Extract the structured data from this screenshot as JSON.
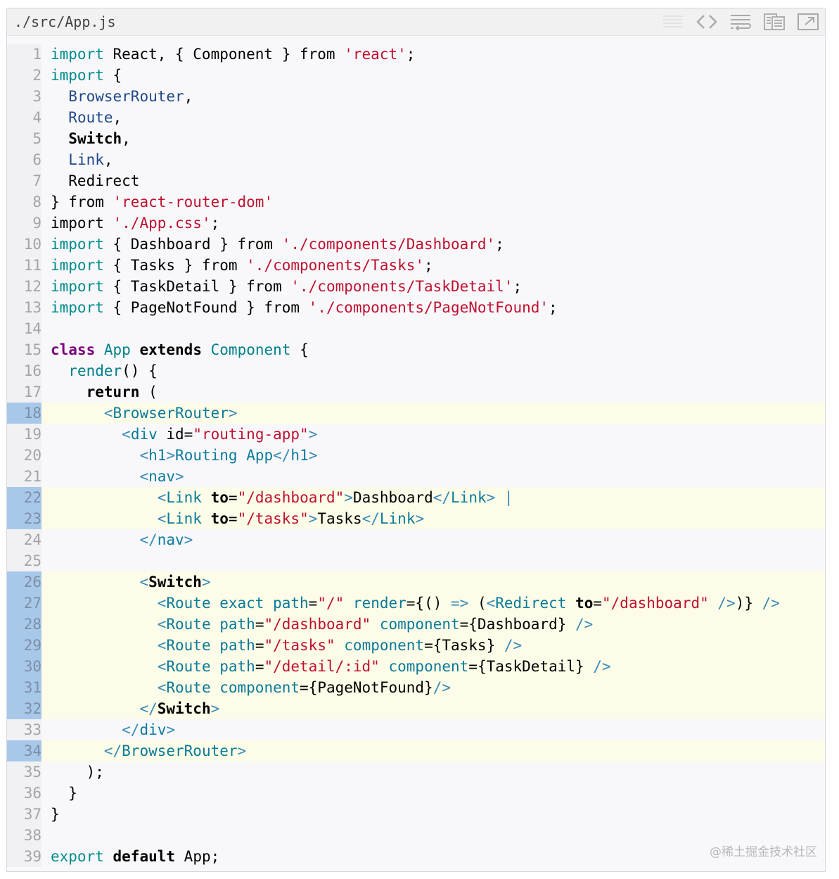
{
  "file": {
    "name": "./src/App.js"
  },
  "toolbar": {
    "icons": [
      "view-source-lines-icon",
      "code-brackets-icon",
      "wrap-lines-icon",
      "copy-to-clipboard-icon",
      "open-in-new-window-icon"
    ]
  },
  "colors": {
    "background": "#f8f8fb",
    "highlight_line": "#fcfce8",
    "highlight_gutter": "#a8c8ea",
    "keyword": "#008b8b",
    "string": "#c0102e"
  },
  "highlighted_lines": [
    18,
    22,
    23,
    26,
    27,
    28,
    29,
    30,
    31,
    32,
    34
  ],
  "lines": [
    {
      "n": "1",
      "tokens": [
        [
          "keyword",
          "import"
        ],
        [
          "plain",
          " React, { Component } from "
        ],
        [
          "string",
          "'react'"
        ],
        [
          "plain",
          ";"
        ]
      ]
    },
    {
      "n": "2",
      "tokens": [
        [
          "keyword",
          "import"
        ],
        [
          "plain",
          " {"
        ]
      ]
    },
    {
      "n": "3",
      "tokens": [
        [
          "plain",
          "  "
        ],
        [
          "blue",
          "BrowserRouter"
        ],
        [
          "plain",
          ","
        ]
      ]
    },
    {
      "n": "4",
      "tokens": [
        [
          "plain",
          "  "
        ],
        [
          "blue",
          "Route"
        ],
        [
          "plain",
          ","
        ]
      ]
    },
    {
      "n": "5",
      "tokens": [
        [
          "plain",
          "  "
        ],
        [
          "bold",
          "Switch"
        ],
        [
          "plain",
          ","
        ]
      ]
    },
    {
      "n": "6",
      "tokens": [
        [
          "plain",
          "  "
        ],
        [
          "blue",
          "Link"
        ],
        [
          "plain",
          ","
        ]
      ]
    },
    {
      "n": "7",
      "tokens": [
        [
          "plain",
          "  Redirect"
        ]
      ]
    },
    {
      "n": "8",
      "tokens": [
        [
          "plain",
          "} from "
        ],
        [
          "string",
          "'react-router-dom'"
        ]
      ]
    },
    {
      "n": "9",
      "tokens": [
        [
          "plain",
          "import "
        ],
        [
          "string",
          "'./App.css'"
        ],
        [
          "plain",
          ";"
        ]
      ]
    },
    {
      "n": "10",
      "tokens": [
        [
          "keyword",
          "import"
        ],
        [
          "plain",
          " { Dashboard } from "
        ],
        [
          "string",
          "'./components/Dashboard'"
        ],
        [
          "plain",
          ";"
        ]
      ]
    },
    {
      "n": "11",
      "tokens": [
        [
          "keyword",
          "import"
        ],
        [
          "plain",
          " { Tasks } from "
        ],
        [
          "string",
          "'./components/Tasks'"
        ],
        [
          "plain",
          ";"
        ]
      ]
    },
    {
      "n": "12",
      "tokens": [
        [
          "keyword",
          "import"
        ],
        [
          "plain",
          " { TaskDetail } from "
        ],
        [
          "string",
          "'./components/TaskDetail'"
        ],
        [
          "plain",
          ";"
        ]
      ]
    },
    {
      "n": "13",
      "tokens": [
        [
          "keyword",
          "import"
        ],
        [
          "plain",
          " { PageNotFound } from "
        ],
        [
          "string",
          "'./components/PageNotFound'"
        ],
        [
          "plain",
          ";"
        ]
      ]
    },
    {
      "n": "14",
      "tokens": []
    },
    {
      "n": "15",
      "tokens": [
        [
          "purple",
          "class"
        ],
        [
          "plain",
          " "
        ],
        [
          "teal",
          "App"
        ],
        [
          "plain",
          " "
        ],
        [
          "bold",
          "extends"
        ],
        [
          "plain",
          " "
        ],
        [
          "teal",
          "Component"
        ],
        [
          "plain",
          " {"
        ]
      ]
    },
    {
      "n": "16",
      "tokens": [
        [
          "plain",
          "  "
        ],
        [
          "teal",
          "render"
        ],
        [
          "plain",
          "() {"
        ]
      ]
    },
    {
      "n": "17",
      "tokens": [
        [
          "plain",
          "    "
        ],
        [
          "bold",
          "return"
        ],
        [
          "plain",
          " ("
        ]
      ]
    },
    {
      "n": "18",
      "tokens": [
        [
          "plain",
          "      "
        ],
        [
          "punct",
          "<"
        ],
        [
          "tag",
          "BrowserRouter"
        ],
        [
          "punct",
          ">"
        ]
      ]
    },
    {
      "n": "19",
      "tokens": [
        [
          "plain",
          "        "
        ],
        [
          "punct",
          "<"
        ],
        [
          "tag",
          "div"
        ],
        [
          "plain",
          " id="
        ],
        [
          "string",
          "\"routing-app\""
        ],
        [
          "punct",
          ">"
        ]
      ]
    },
    {
      "n": "20",
      "tokens": [
        [
          "plain",
          "          "
        ],
        [
          "punct",
          "<"
        ],
        [
          "tag",
          "h1"
        ],
        [
          "punct",
          ">"
        ],
        [
          "tag",
          "Routing App"
        ],
        [
          "punct",
          "</"
        ],
        [
          "tag",
          "h1"
        ],
        [
          "punct",
          ">"
        ]
      ]
    },
    {
      "n": "21",
      "tokens": [
        [
          "plain",
          "          "
        ],
        [
          "punct",
          "<"
        ],
        [
          "tag",
          "nav"
        ],
        [
          "punct",
          ">"
        ]
      ]
    },
    {
      "n": "22",
      "tokens": [
        [
          "plain",
          "            "
        ],
        [
          "punct",
          "<"
        ],
        [
          "tag",
          "Link"
        ],
        [
          "plain",
          " "
        ],
        [
          "bold",
          "to"
        ],
        [
          "plain",
          "="
        ],
        [
          "string",
          "\"/dashboard\""
        ],
        [
          "punct",
          ">"
        ],
        [
          "plain",
          "Dashboard"
        ],
        [
          "punct",
          "</"
        ],
        [
          "tag",
          "Link"
        ],
        [
          "punct",
          ">"
        ],
        [
          "plain",
          " "
        ],
        [
          "punct",
          "|"
        ]
      ]
    },
    {
      "n": "23",
      "tokens": [
        [
          "plain",
          "            "
        ],
        [
          "punct",
          "<"
        ],
        [
          "tag",
          "Link"
        ],
        [
          "plain",
          " "
        ],
        [
          "bold",
          "to"
        ],
        [
          "plain",
          "="
        ],
        [
          "string",
          "\"/tasks\""
        ],
        [
          "punct",
          ">"
        ],
        [
          "plain",
          "Tasks"
        ],
        [
          "punct",
          "</"
        ],
        [
          "tag",
          "Link"
        ],
        [
          "punct",
          ">"
        ]
      ]
    },
    {
      "n": "24",
      "tokens": [
        [
          "plain",
          "          "
        ],
        [
          "punct",
          "</"
        ],
        [
          "tag",
          "nav"
        ],
        [
          "punct",
          ">"
        ]
      ]
    },
    {
      "n": "25",
      "tokens": []
    },
    {
      "n": "26",
      "tokens": [
        [
          "plain",
          "          "
        ],
        [
          "punct",
          "<"
        ],
        [
          "bold",
          "Switch"
        ],
        [
          "punct",
          ">"
        ]
      ]
    },
    {
      "n": "27",
      "tokens": [
        [
          "plain",
          "            "
        ],
        [
          "punct",
          "<"
        ],
        [
          "tag",
          "Route exact path"
        ],
        [
          "plain",
          "="
        ],
        [
          "string",
          "\"/\""
        ],
        [
          "plain",
          " "
        ],
        [
          "tag",
          "render"
        ],
        [
          "plain",
          "={() "
        ],
        [
          "punct",
          "=>"
        ],
        [
          "plain",
          " ("
        ],
        [
          "punct",
          "<"
        ],
        [
          "tag",
          "Redirect"
        ],
        [
          "plain",
          " "
        ],
        [
          "bold",
          "to"
        ],
        [
          "plain",
          "="
        ],
        [
          "string",
          "\"/dashboard\""
        ],
        [
          "plain",
          " "
        ],
        [
          "punct",
          "/>"
        ],
        [
          "plain",
          ")} "
        ],
        [
          "punct",
          "/>"
        ]
      ]
    },
    {
      "n": "28",
      "tokens": [
        [
          "plain",
          "            "
        ],
        [
          "punct",
          "<"
        ],
        [
          "tag",
          "Route path"
        ],
        [
          "plain",
          "="
        ],
        [
          "string",
          "\"/dashboard\""
        ],
        [
          "plain",
          " "
        ],
        [
          "tag",
          "component"
        ],
        [
          "plain",
          "={Dashboard} "
        ],
        [
          "punct",
          "/>"
        ]
      ]
    },
    {
      "n": "29",
      "tokens": [
        [
          "plain",
          "            "
        ],
        [
          "punct",
          "<"
        ],
        [
          "tag",
          "Route path"
        ],
        [
          "plain",
          "="
        ],
        [
          "string",
          "\"/tasks\""
        ],
        [
          "plain",
          " "
        ],
        [
          "tag",
          "component"
        ],
        [
          "plain",
          "={Tasks} "
        ],
        [
          "punct",
          "/>"
        ]
      ]
    },
    {
      "n": "30",
      "tokens": [
        [
          "plain",
          "            "
        ],
        [
          "punct",
          "<"
        ],
        [
          "tag",
          "Route path"
        ],
        [
          "plain",
          "="
        ],
        [
          "string",
          "\"/detail/:id\""
        ],
        [
          "plain",
          " "
        ],
        [
          "tag",
          "component"
        ],
        [
          "plain",
          "={TaskDetail} "
        ],
        [
          "punct",
          "/>"
        ]
      ]
    },
    {
      "n": "31",
      "tokens": [
        [
          "plain",
          "            "
        ],
        [
          "punct",
          "<"
        ],
        [
          "tag",
          "Route component"
        ],
        [
          "plain",
          "={PageNotFound}"
        ],
        [
          "punct",
          "/>"
        ]
      ]
    },
    {
      "n": "32",
      "tokens": [
        [
          "plain",
          "          "
        ],
        [
          "punct",
          "</"
        ],
        [
          "bold",
          "Switch"
        ],
        [
          "punct",
          ">"
        ]
      ]
    },
    {
      "n": "33",
      "tokens": [
        [
          "plain",
          "        "
        ],
        [
          "punct",
          "</"
        ],
        [
          "tag",
          "div"
        ],
        [
          "punct",
          ">"
        ]
      ]
    },
    {
      "n": "34",
      "tokens": [
        [
          "plain",
          "      "
        ],
        [
          "punct",
          "</"
        ],
        [
          "tag",
          "BrowserRouter"
        ],
        [
          "punct",
          ">"
        ]
      ]
    },
    {
      "n": "35",
      "tokens": [
        [
          "plain",
          "    );"
        ]
      ]
    },
    {
      "n": "36",
      "tokens": [
        [
          "plain",
          "  }"
        ]
      ]
    },
    {
      "n": "37",
      "tokens": [
        [
          "plain",
          "}"
        ]
      ]
    },
    {
      "n": "38",
      "tokens": []
    },
    {
      "n": "39",
      "tokens": [
        [
          "keyword",
          "export"
        ],
        [
          "plain",
          " "
        ],
        [
          "bold",
          "default"
        ],
        [
          "plain",
          " App;"
        ]
      ]
    }
  ],
  "watermark": "@稀土掘金技术社区"
}
